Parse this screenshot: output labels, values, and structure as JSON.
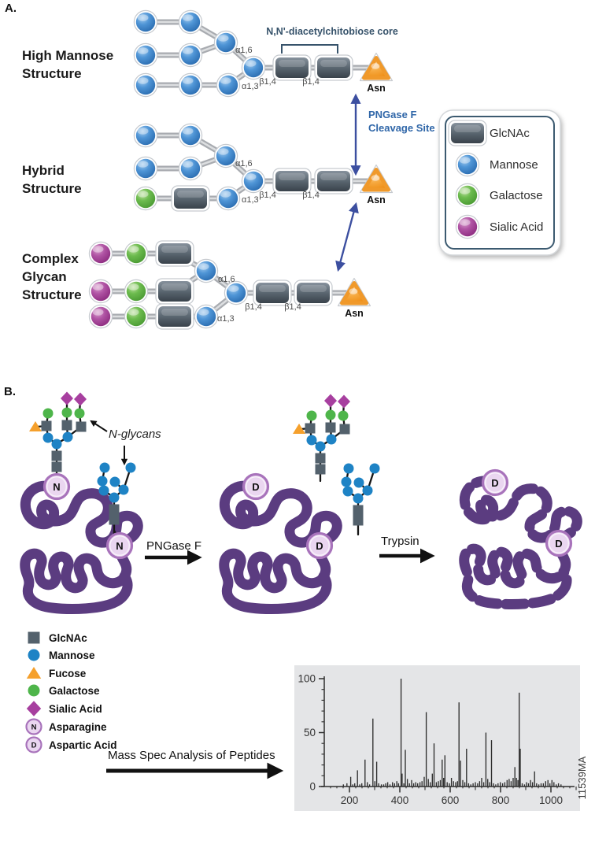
{
  "colors": {
    "mannose": "#3b82c6",
    "galactose": "#5cb544",
    "sialic_acid": "#a93a97",
    "glcnac": "#53616c",
    "fucose": "#f5a02c",
    "asn_triangle": "#f6a93f",
    "protein": "#5b3c80",
    "residue_fill": "#ead6f0",
    "residue_ring": "#a873bb",
    "cleavage_arrow": "#3c4fa0",
    "cleavage_text": "#2f66a8",
    "chart_background": "#e4e5e7"
  },
  "panel_a": {
    "label": "A.",
    "structures": [
      {
        "label_lines": [
          "High Mannose",
          "Structure"
        ]
      },
      {
        "label_lines": [
          "Hybrid",
          "Structure"
        ]
      },
      {
        "label_lines": [
          "Complex",
          "Glycan",
          "Structure"
        ]
      }
    ],
    "linkage_labels": {
      "alpha16": "α1,6",
      "alpha13": "α1,3",
      "beta14": "β1,4"
    },
    "asn_label": "Asn",
    "chitobiose_label": "N,N'-diacetylchitobiose core",
    "cleavage_label_lines": [
      "PNGase F",
      "Cleavage Site"
    ],
    "legend": {
      "items": [
        {
          "label": "GlcNAc",
          "shape": "square",
          "color": "#53616c"
        },
        {
          "label": "Mannose",
          "shape": "circle",
          "color": "#3b82c6"
        },
        {
          "label": "Galactose",
          "shape": "circle",
          "color": "#5cb544"
        },
        {
          "label": "Sialic Acid",
          "shape": "circle",
          "color": "#a93a97"
        }
      ]
    }
  },
  "panel_b": {
    "label": "B.",
    "nglycans_label": "N-glycans",
    "residues": {
      "asparagine": "N",
      "aspartic": "D"
    },
    "arrow_labels": {
      "step1": "PNGase F",
      "step2": "Trypsin",
      "step3": "Mass Spec Analysis of Peptides"
    },
    "legend": {
      "items": [
        {
          "label": "GlcNAc",
          "shape": "square",
          "color": "#53616c"
        },
        {
          "label": "Mannose",
          "shape": "circle",
          "color": "#1e83c5"
        },
        {
          "label": "Fucose",
          "shape": "triangle",
          "color": "#f5a02c"
        },
        {
          "label": "Galactose",
          "shape": "circle",
          "color": "#4eb54a"
        },
        {
          "label": "Sialic Acid",
          "shape": "diamond",
          "color": "#a73f9f"
        },
        {
          "label": "Asparagine",
          "shape": "circle-letter",
          "letter": "N",
          "color": "#ead6f0"
        },
        {
          "label": "Aspartic Acid",
          "shape": "circle-letter",
          "letter": "D",
          "color": "#ead6f0"
        }
      ]
    },
    "figure_code": "11539MA"
  },
  "chart_data": {
    "type": "bar",
    "title": "",
    "xlabel": "",
    "ylabel": "",
    "xlim": [
      100,
      1120
    ],
    "ylim": [
      0,
      100
    ],
    "x_ticks": [
      200,
      400,
      600,
      800,
      1000
    ],
    "y_ticks": [
      0,
      50,
      100
    ],
    "grid": false,
    "legend_position": "none",
    "background": "#e4e5e7",
    "peaks": [
      [
        176,
        2
      ],
      [
        190,
        3
      ],
      [
        205,
        9
      ],
      [
        213,
        2
      ],
      [
        221,
        3
      ],
      [
        232,
        15
      ],
      [
        241,
        2
      ],
      [
        249,
        3
      ],
      [
        262,
        25
      ],
      [
        271,
        4
      ],
      [
        280,
        2
      ],
      [
        293,
        63
      ],
      [
        301,
        5
      ],
      [
        308,
        23
      ],
      [
        316,
        3
      ],
      [
        327,
        2
      ],
      [
        336,
        2
      ],
      [
        344,
        3
      ],
      [
        352,
        4
      ],
      [
        361,
        2
      ],
      [
        371,
        4
      ],
      [
        379,
        3
      ],
      [
        388,
        5
      ],
      [
        395,
        3
      ],
      [
        405,
        100
      ],
      [
        409,
        12
      ],
      [
        416,
        3
      ],
      [
        422,
        34
      ],
      [
        430,
        7
      ],
      [
        438,
        3
      ],
      [
        447,
        6
      ],
      [
        455,
        3
      ],
      [
        463,
        4
      ],
      [
        471,
        3
      ],
      [
        480,
        4
      ],
      [
        488,
        5
      ],
      [
        497,
        9
      ],
      [
        505,
        69
      ],
      [
        513,
        7
      ],
      [
        521,
        4
      ],
      [
        529,
        12
      ],
      [
        536,
        40
      ],
      [
        545,
        4
      ],
      [
        553,
        5
      ],
      [
        561,
        6
      ],
      [
        568,
        25
      ],
      [
        574,
        8
      ],
      [
        579,
        29
      ],
      [
        588,
        4
      ],
      [
        597,
        3
      ],
      [
        605,
        8
      ],
      [
        613,
        5
      ],
      [
        622,
        4
      ],
      [
        629,
        5
      ],
      [
        635,
        78
      ],
      [
        641,
        24
      ],
      [
        650,
        6
      ],
      [
        658,
        4
      ],
      [
        665,
        35
      ],
      [
        673,
        3
      ],
      [
        682,
        2
      ],
      [
        691,
        3
      ],
      [
        700,
        4
      ],
      [
        709,
        3
      ],
      [
        717,
        5
      ],
      [
        725,
        8
      ],
      [
        733,
        4
      ],
      [
        742,
        50
      ],
      [
        749,
        7
      ],
      [
        757,
        4
      ],
      [
        764,
        43
      ],
      [
        772,
        3
      ],
      [
        781,
        2
      ],
      [
        790,
        3
      ],
      [
        799,
        4
      ],
      [
        808,
        3
      ],
      [
        817,
        4
      ],
      [
        826,
        6
      ],
      [
        834,
        7
      ],
      [
        842,
        5
      ],
      [
        850,
        8
      ],
      [
        857,
        18
      ],
      [
        863,
        8
      ],
      [
        869,
        6
      ],
      [
        874,
        87
      ],
      [
        878,
        35
      ],
      [
        886,
        3
      ],
      [
        895,
        2
      ],
      [
        903,
        4
      ],
      [
        911,
        3
      ],
      [
        919,
        6
      ],
      [
        927,
        4
      ],
      [
        935,
        14
      ],
      [
        943,
        3
      ],
      [
        952,
        2
      ],
      [
        961,
        3
      ],
      [
        970,
        3
      ],
      [
        979,
        5
      ],
      [
        988,
        6
      ],
      [
        996,
        3
      ],
      [
        1004,
        6
      ],
      [
        1012,
        4
      ],
      [
        1021,
        2
      ],
      [
        1030,
        3
      ],
      [
        1040,
        2
      ]
    ]
  }
}
